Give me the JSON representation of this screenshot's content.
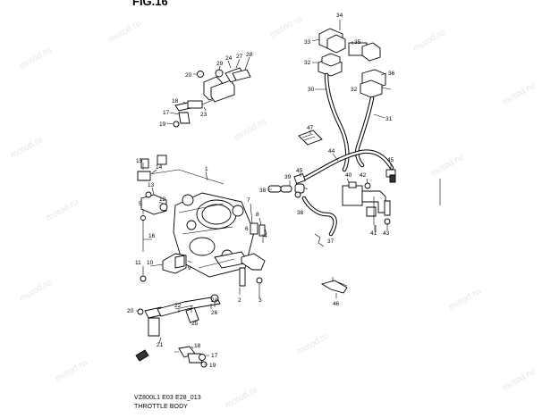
{
  "figure": {
    "title": "FIG.16",
    "code": "VZ800L1 E03 E28_013",
    "name": "THROTTLE BODY"
  },
  "watermark": {
    "text": "motod.ru"
  },
  "callouts": {
    "c34": "34",
    "c33": "33",
    "c35": "35",
    "c32a": "32",
    "c36": "36",
    "c32b": "32",
    "c30": "30",
    "c31": "31",
    "c47": "47",
    "c44": "44",
    "c45a": "45",
    "c45b": "45",
    "c42": "42",
    "c40": "40",
    "c41": "41",
    "c43": "43",
    "c39": "39",
    "c38a": "38",
    "c38b": "38",
    "c37": "37",
    "c46": "46",
    "c20a": "20",
    "c29": "29",
    "c24a": "24",
    "c27": "27",
    "c28": "28",
    "c18a": "18",
    "c17a": "17",
    "c19a": "19",
    "c23": "23",
    "c1": "1",
    "c15": "15",
    "c14": "14",
    "c13": "13",
    "c12": "12",
    "c5": "5",
    "c16": "16",
    "c11": "11",
    "c10": "10",
    "c9": "9",
    "c7": "7",
    "c8": "8",
    "c6": "6",
    "c4": "4",
    "c2": "2",
    "c3": "3",
    "c20b": "20",
    "c22": "22",
    "c25": "25",
    "c26": "26",
    "c24b": "24",
    "c21": "21",
    "c18b": "18",
    "c17b": "17",
    "c19b": "19"
  }
}
